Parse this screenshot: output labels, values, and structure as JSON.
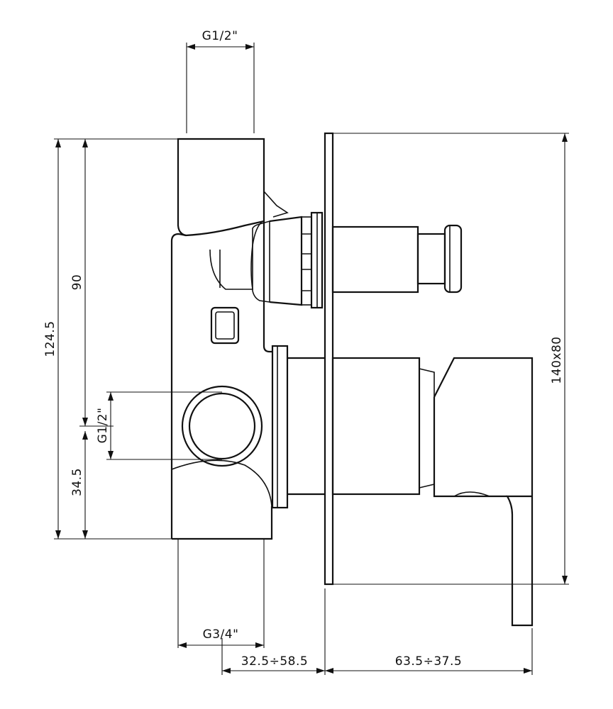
{
  "dimensions": {
    "top_thread": "G1/2\"",
    "left_thread": "G1/2\"",
    "bottom_thread": "G3/4\"",
    "overall_height": "124.5",
    "upper_height": "90",
    "lower_height": "34.5",
    "plate_size": "140x80",
    "depth_body": "32.5÷58.5",
    "depth_handle": "63.5÷37.5"
  }
}
